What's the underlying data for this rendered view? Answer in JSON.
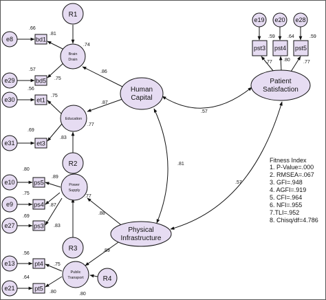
{
  "colors": {
    "node_fill": "#e6dcf2",
    "stroke": "#111111",
    "background": "#ffffff"
  },
  "residuals": {
    "r1": "R1",
    "r2": "R2",
    "r3": "R3",
    "r4": "R4"
  },
  "latents": {
    "human_capital": [
      "Human",
      "Capital"
    ],
    "physical_infrastructure": [
      "Physical",
      "Infrastructure"
    ],
    "patient_satisfaction": [
      "Patient",
      "Satisfaction"
    ]
  },
  "subfactors": {
    "brain_drain": [
      "Brain",
      "Drain"
    ],
    "education": [
      "Education"
    ],
    "power_supply": [
      "Power",
      "Supply"
    ],
    "public_transport": [
      "Public",
      "Transport"
    ]
  },
  "indicators": {
    "bd1": "bd1",
    "bd5": "bd5",
    "et1": "et1",
    "et3": "et3",
    "ps5": "ps5",
    "ps4": "ps4",
    "ps3": "ps3",
    "pt4": "pt4",
    "pt5": "pt5",
    "pst3": "pst3",
    "pst4": "pst4",
    "pst5": "pst5"
  },
  "errors": {
    "e8": "e8",
    "e29": "e29",
    "e30": "e30",
    "e31": "e31",
    "e10": "e10",
    "e9": "e9",
    "e27": "e27",
    "e13": "e13",
    "e21": "e21",
    "e19": "e19",
    "e20": "e20",
    "e28": "e28"
  },
  "coefficients": {
    "bd1_r2": ".66",
    "bd1_load": ".81",
    "bd5_r2": ".57",
    "bd5_load": ".75",
    "brain_r2": ".74",
    "brain_path": ".86",
    "et1_r2": ".56",
    "et1_load": ".75",
    "et3_r2": ".69",
    "et3_load": ".83",
    "edu_r2": ".77",
    "edu_path": ".87",
    "ps5_r2": ".80",
    "ps5_load": ".89",
    "ps4_r2": ".75",
    "ps4_load": ".87",
    "ps3_r2": ".69",
    "ps3_load": ".83",
    "power_r2": ".77",
    "power_path": ".88",
    "pt4_r2": ".56",
    "pt4_load": ".75",
    "pt5_r2": ".64",
    "pt5_load": ".80",
    "transport_r2": ".80",
    "transport_path": ".89",
    "corr_hc_pi": ".81",
    "corr_hc_ps": ".57",
    "corr_pi_ps": ".57",
    "pst3_r2": ".59",
    "pst3_load": ".77",
    "pst4_r2": ".64",
    "pst4_load": ".80",
    "pst5_r2": ".59",
    "pst5_load": ".77"
  },
  "fitness": {
    "title": "Fitness Index",
    "lines": [
      "1. P-Value=.000",
      "2. RMSEA=.067",
      "3. GFI=.948",
      "4. AGFI=.919",
      "5. CFI=.964",
      "6. NFI=.955",
      "7.TLI=.952",
      "8. Chisq/df=4.786"
    ]
  }
}
